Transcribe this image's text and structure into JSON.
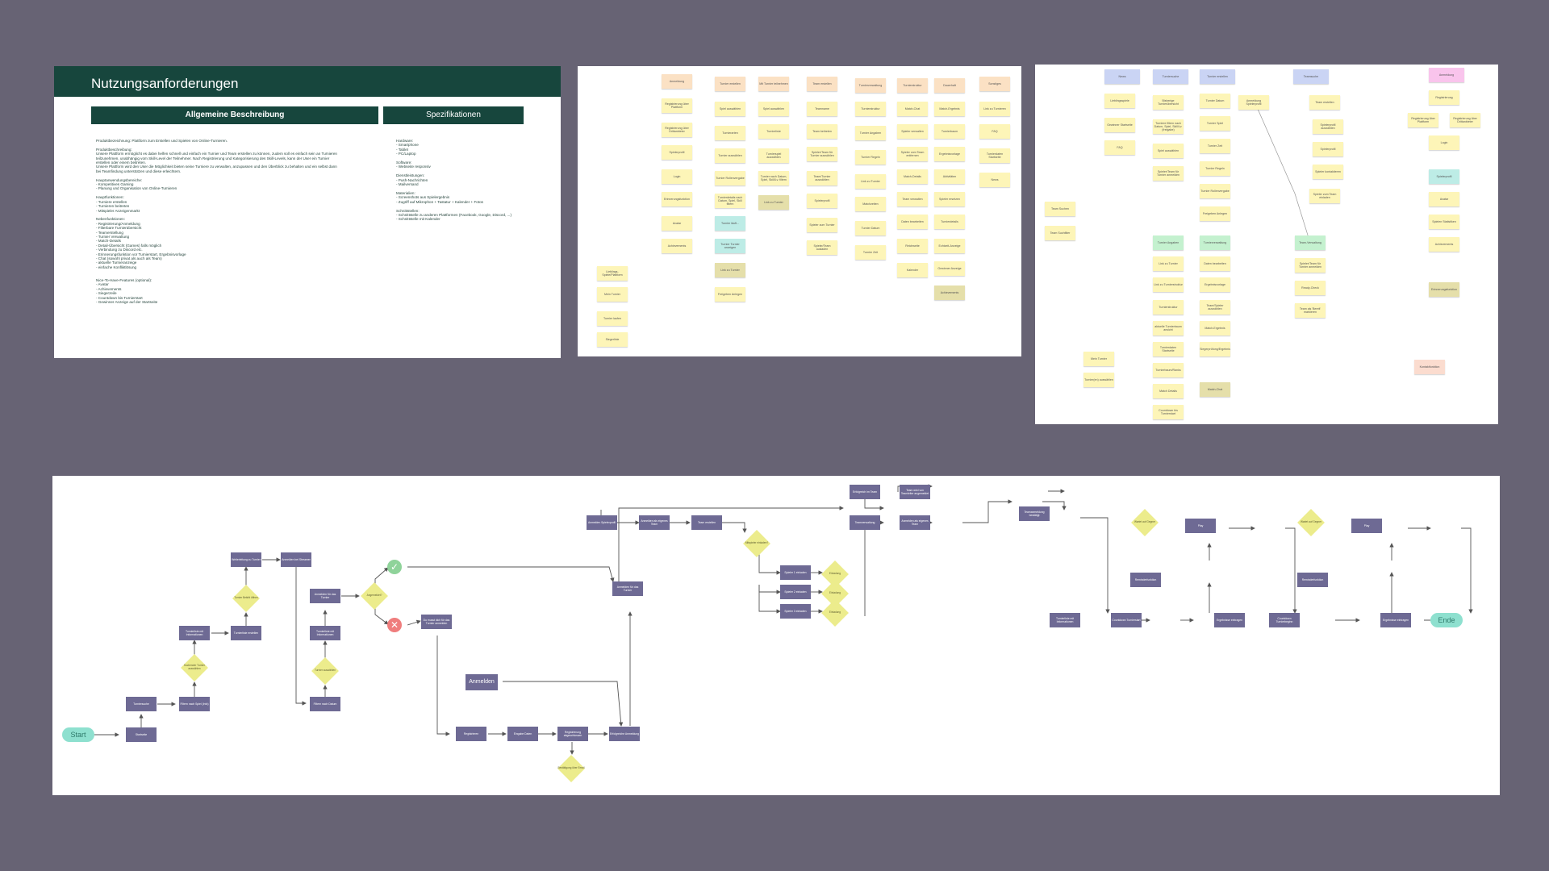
{
  "slide": {
    "title": "Nutzungsanforderungen",
    "col_general": "Allgemeine Beschreibung",
    "col_specs": "Spezifikationen",
    "left_text": "Produktbezeichnung: Plattform zum Erstellen und Spielen von Online-Turnieren.\n\nProduktbeschreibung:\nUnsere Plattform ermöglicht es dabei helfen schnell und einfach ein Turnier und Team erstellen zu können, zudem soll es einfach sein an Turnieren teilzunehmen, unabhängig vom Skill-Level der Teilnehmer. Nach Registrierung und Kategorisierung des Skill-Levels, kann der User ein Turnier erstellen oder einem beitreten.\nUnsere Plattform wird den User die Möglichkeit bieten seine Turniere zu verwalten, anzupassen und den Überblick zu behalten und ein selbst dann bei Teamfindung unterstützen und diese erleichtern.\n\nHauptanwendungsbereiche:\n- Kompetitives Gaming\n- Planung und Organisation von Online-Turnieren\n\nHauptfunktionen:\n- Turniere erstellen\n- Turnieren beitreten\n- Mitspieler Anzeigenmarkt\n\nNebenfunktionen:\n- Registrierung/Anmeldung\n- Filterbare Turnierübersicht\n- Teamerstellung\n- Turnier Verwaltung\n- Match-Details\n- Detail-Übersicht (Games) falls möglich\n- Verbindung zu Discord etc.\n- Erinnerungsfunktion vor Turnierstart, Ergebnisvorlage\n- Chat (sowohl privat als auch als Team)\n- aktuelle Turnieranzeige\n- einfache Konfliktlösung\n\n\nNice-To-Have-Features (optional):\n- Avatar\n- Achievements\n- Siegerzeile\n- Countdown bis Turnierstart\n- Gewinner Anzeige auf der Startseite",
    "right_text": "Hardware:\n- Smartphone\n- Tablet\n- PC/Laptop\n\nSoftware:\n- Webseite responsiv\n\nDienstleistungen:\n- Push-Nachrichten\n- Mailversand\n\nMaterialien:\n- Screenshots aus Spielergebnis\n- Zugriff auf Mikrophon + Tastatur + Kalender + Fotos\n\nSchnittstellen:\n- Schnittstelle zu anderen Plattformen (Facebook, Google, Discord, ...)\n- Schnittstelle mit Kalender"
  },
  "board2": {
    "headers": [
      "Anmeldung",
      "Turnier erstellen",
      "Mit Turnier teilnehmen",
      "Team erstellen",
      "Turnierverwaltung",
      "Turnierstruktur",
      "Dauerhaft",
      "Sonstiges"
    ],
    "notes": [
      "Registrierung über Plattform",
      "Registrierung über Drittanbieter",
      "Spielerprofil",
      "Login",
      "Erinnerungsfunktion",
      "Avatar",
      "Achievements",
      "Spiel auswählen",
      "Turnierarten",
      "Turnier auswählen",
      "Turnier Rollenvergabe",
      "Turnierdetails nach Datum, Spiel, Skill filtern",
      "Turnier läuft...",
      "Turnier Turnier anzeigen",
      "Link zu Turnier",
      "Freigeben Anlegen",
      "Spiel auswählen",
      "Turnierliste",
      "Turnierspiel auswählen",
      "Turnier nach Datum, Spiel, Skill/Lv. filtern",
      "Link zu Turnier",
      "Teamname",
      "Team beitreten",
      "Spieler/Team für Turnier auswählen",
      "Team/Turnier auswählen",
      "Spielerprofil",
      "Spieler zum Turnier",
      "Spieler/Team ausladen",
      "Turnierstruktur",
      "Turnier Angaben",
      "Turnier Regeln",
      "Link zu Turnier",
      "Matchzeiten",
      "Turnier Datum",
      "Turnier Zeit",
      "Match-Chat",
      "Spieler verwalten",
      "Spieler vom Team entfernen",
      "Match-Details",
      "Team verwalten",
      "Daten bearbeiten",
      "Reichweite",
      "Kalender",
      "Match-Ergebnis",
      "Turnierbaum",
      "Ergebnisvorlage",
      "Aktivitäten",
      "Spieler ersetzen",
      "Turnierdetails",
      "Echtzeit-Anzeige",
      "Gewinner Anzeige",
      "Achievements",
      "Link zu Turnieren",
      "FAQ",
      "Turnierdaten Startseite",
      "News",
      "Lieblings-Spiele/Plattform",
      "Mein Turnier",
      "Turnier laufen",
      "Siegerlinie"
    ]
  },
  "board3": {
    "headers": [
      "News",
      "Turniersuche",
      "Turnier erstellen",
      "Teamsuche",
      "Anmeldung"
    ],
    "notes": [
      "Lieblingsspiele",
      "Gewinner Startseite",
      "FAQ",
      "Bisherige Turnierübersicht",
      "Turniere filtern nach Datum, Spiel, Skill/Lv. (freigabe)",
      "Spiel auswählen",
      "Spieler/Team für Turnier anmelden",
      "Turnier Datum",
      "Turnier Spiel",
      "Turnier Zeit",
      "Turnier Regeln",
      "Turnier Rollenvergabe",
      "Freigeben Anlegen",
      "Anmeldung Spielerprofil",
      "Team erstellen",
      "Spielerprofil auswählen",
      "Spielerprofil",
      "Spieler kontaktieren",
      "Spieler zum Team einladen",
      "Registrierung",
      "Registrierung über Plattform",
      "Registrierung über Drittanbieter",
      "Login",
      "Spielerprofil",
      "Avatar",
      "Spielen Statistiken",
      "Achievements",
      "Erinnerungsfunktion",
      "Team Suchen",
      "Team Suchfilter",
      "Turnier Angaben",
      "Link zu Turnier",
      "Link zu Turnierstruktur",
      "Turnierstruktur",
      "aktuelle Turnierbaum ansicht",
      "Turnierdaten Startseite",
      "Turnierbaum/Ranks",
      "Match Details",
      "Countdown bis Turnierstart",
      "Turnierverwaltung",
      "Daten bearbeiten",
      "Ergebnisvorlage",
      "Team/Spieler auswählen",
      "Match-Ergebnis",
      "Siegerprüfung/Ergebnis",
      "Match-Chat",
      "Team-Verwaltung",
      "Spieler/Team für Turnier anmelden",
      "Ready-Check",
      "Team als 'Bereit' markieren",
      "Mein Turnier",
      "Turnier(en) auswählen",
      "Kontaktfunktion"
    ]
  },
  "flow": {
    "start": "Start",
    "end": "Ende",
    "boxes": [
      "Startseite",
      "Turniersuche",
      "Filtern nach Spiel (Info)",
      "Turnierliste mit Informationen",
      "Weiterleitung zu Turnier",
      "Turnierliste erstellen",
      "Anmelden bei Streamer",
      "Turnierliste mit Informationen",
      "Anmelden für das Turnier",
      "Filtern nach Datum",
      "Anmelden für das Turnier",
      "Du musst dich für das Turnier anmelden",
      "Anmelden",
      "Registrieren",
      "Eingabe Daten",
      "Registrierung abgeschlossen",
      "Erfolgreiche Anmeldung",
      "Anmelden Spielerprofil",
      "Anmelden als eigenes Team",
      "Team erstellen",
      "Erfolgreich im Team",
      "Team wird von Teamleiter angemeldet",
      "Teamverwaltung",
      "Anmelden als eigenes Team",
      "Spieler 1 einladen",
      "Spieler 2 einladen",
      "Spieler 3 einladen",
      "Teamanmeldung bestätigt",
      "Turnierliste mit Informationen",
      "Countdown Turnierstart",
      "Reminderfunktion",
      "Play",
      "Ergebnisse eintragen",
      "Countdown Turnierbeginn",
      "Reminderfunktion",
      "Play",
      "Ergebnisse eintragen"
    ],
    "diamonds": [
      "Suchender Turnier auswählen",
      "Turnier Beitritt öffnen",
      "Turnier auswählen",
      "Angemeldet?",
      "Bestätigung über Email",
      "Mitspieler einladen?",
      "Einladung",
      "Einladung",
      "Einladung",
      "Wartet auf Gegner",
      "Wartet auf Gegner"
    ]
  }
}
